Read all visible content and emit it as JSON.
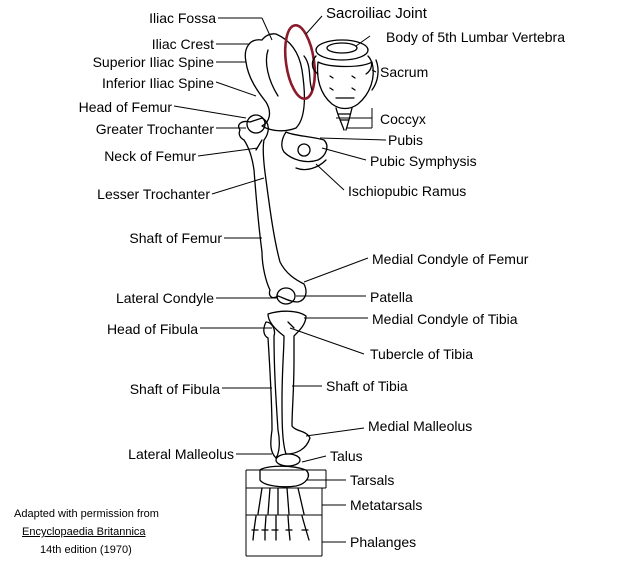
{
  "labels_left": {
    "iliac_fossa": "Iliac Fossa",
    "iliac_crest": "Iliac Crest",
    "superior_iliac_spine": "Superior Iliac Spine",
    "inferior_iliac_spine": "Inferior Iliac Spine",
    "head_of_femur": "Head of Femur",
    "greater_trochanter": "Greater Trochanter",
    "neck_of_femur": "Neck of Femur",
    "lesser_trochanter": "Lesser Trochanter",
    "shaft_of_femur": "Shaft of Femur",
    "lateral_condyle": "Lateral Condyle",
    "head_of_fibula": "Head of Fibula",
    "shaft_of_fibula": "Shaft of Fibula",
    "lateral_malleolus": "Lateral Malleolus"
  },
  "labels_right": {
    "sacroiliac_joint": "Sacroiliac Joint",
    "body_of_5th_lumbar_vertebra": "Body of 5th Lumbar Vertebra",
    "sacrum": "Sacrum",
    "coccyx": "Coccyx",
    "pubis": "Pubis",
    "pubic_symphysis": "Pubic Symphysis",
    "ischiopubic_ramus": "Ischiopubic Ramus",
    "medial_condyle_of_femur": "Medial Condyle of Femur",
    "patella": "Patella",
    "medial_condyle_of_tibia": "Medial Condyle of Tibia",
    "tubercle_of_tibia": "Tubercle of Tibia",
    "shaft_of_tibia": "Shaft of Tibia",
    "medial_malleolus": "Medial Malleolus",
    "talus": "Talus",
    "tarsals": "Tarsals",
    "metatarsals": "Metatarsals",
    "phalanges": "Phalanges"
  },
  "credit": {
    "line1": "Adapted with permission from",
    "line2": "Encyclopaedia Britannica",
    "line3": "14th edition  (1970)"
  },
  "colors": {
    "ink": "#000000",
    "highlight_ellipse": "#8b1a2b",
    "background": "#ffffff"
  }
}
